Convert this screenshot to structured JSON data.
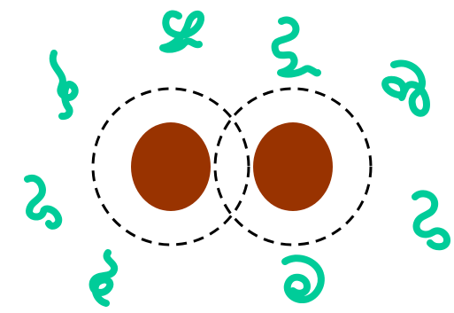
{
  "colors": {
    "background": "#ffffff",
    "particle_core": "#993300",
    "boundary_stroke": "#000000",
    "ligand": "#00cc99"
  },
  "diagram": {
    "particle_count": 2,
    "boundary_style": "dashed",
    "ligand_count": 8,
    "overlapping_boundaries": true
  },
  "icons": {
    "core": "brown-oval-core-icon",
    "boundary": "dashed-circle-icon",
    "ligand": "green-squiggle-icon"
  }
}
